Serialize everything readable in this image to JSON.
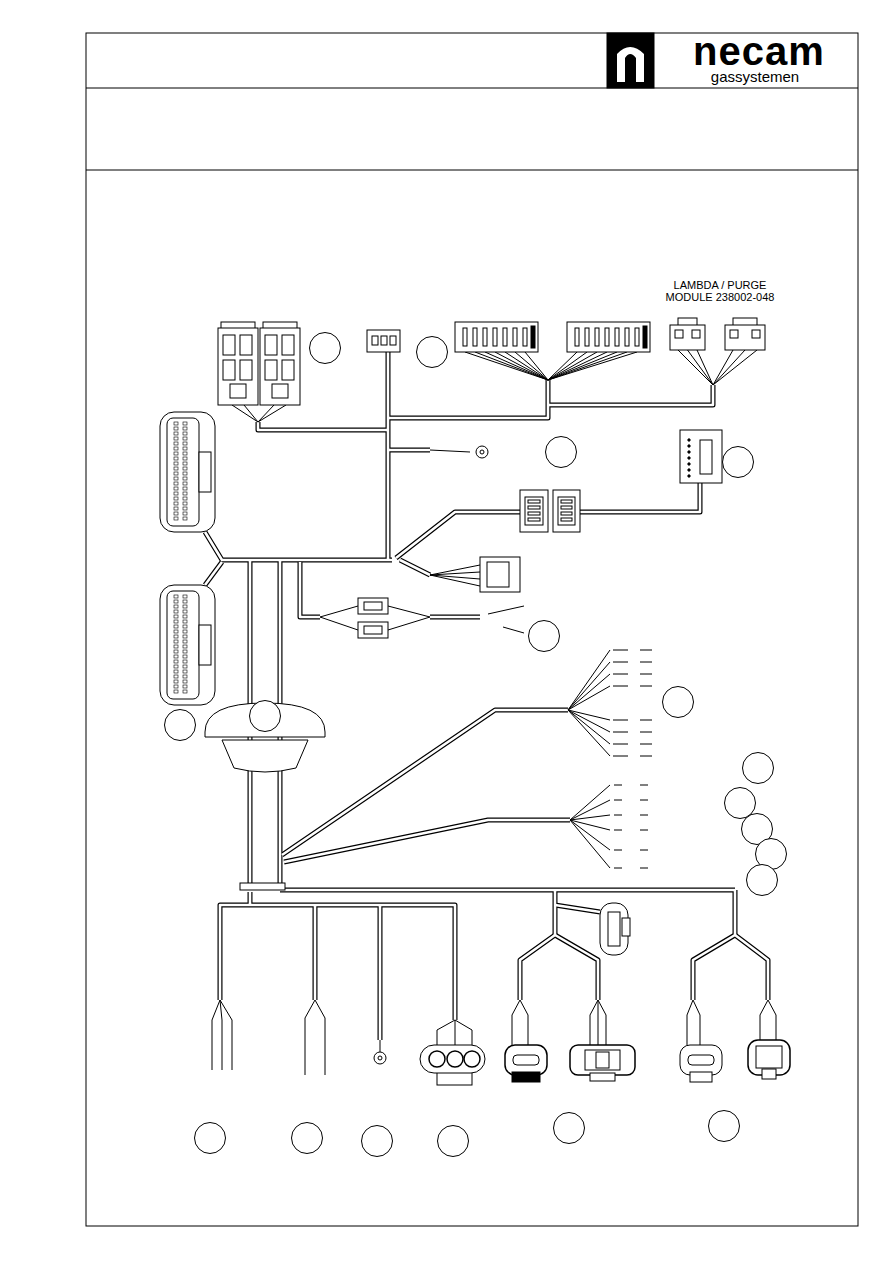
{
  "diagram": {
    "labels": [
      "necam",
      "gassystemen",
      "LAMBDA / PURGE MODULE 238002-048"
    ]
  }
}
